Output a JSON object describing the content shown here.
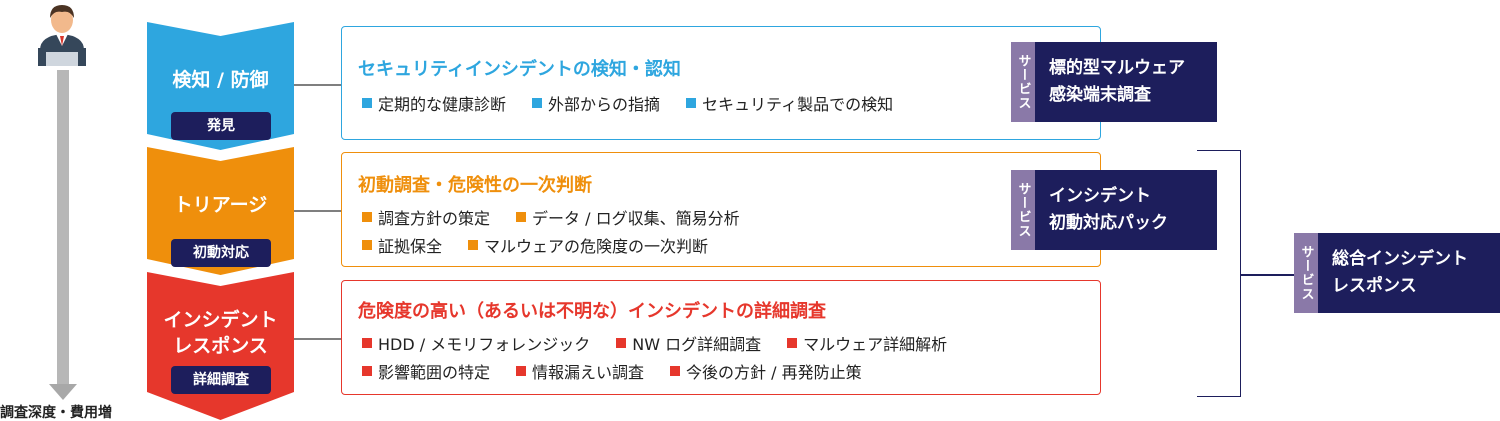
{
  "axis_label": "調査深度・費用増",
  "colors": {
    "detect": "#2ea6df",
    "triage": "#ef8f0c",
    "response": "#e6372c",
    "navy": "#1d1e5c",
    "service_tag": "#8a79a8"
  },
  "stages": [
    {
      "title": "検知 / 防御",
      "badge": "発見"
    },
    {
      "title": "トリアージ",
      "badge": "初動対応"
    },
    {
      "title_line1": "インシデント",
      "title_line2": "レスポンス",
      "badge": "詳細調査"
    }
  ],
  "boxes": [
    {
      "title": "セキュリティインシデントの検知・認知",
      "rows": [
        [
          "定期的な健康診断",
          "外部からの指摘",
          "セキュリティ製品での検知"
        ]
      ]
    },
    {
      "title": "初動調査・危険性の一次判断",
      "rows": [
        [
          "調査方針の策定",
          "データ / ログ収集、簡易分析"
        ],
        [
          "証拠保全",
          "マルウェアの危険度の一次判断"
        ]
      ]
    },
    {
      "title": "危険度の高い（あるいは不明な）インシデントの詳細調査",
      "rows": [
        [
          "HDD / メモリフォレンジック",
          "NW ログ詳細調査",
          "マルウェア詳細解析"
        ],
        [
          "影響範囲の特定",
          "情報漏えい調査",
          "今後の方針 / 再発防止策"
        ]
      ]
    }
  ],
  "services": [
    {
      "tag": "サービス",
      "line1": "標的型マルウェア",
      "line2": "感染端末調査"
    },
    {
      "tag": "サービス",
      "line1": "インシデント",
      "line2": "初動対応パック"
    },
    {
      "tag": "サービス",
      "line1": "総合インシデント",
      "line2": "レスポンス"
    }
  ]
}
